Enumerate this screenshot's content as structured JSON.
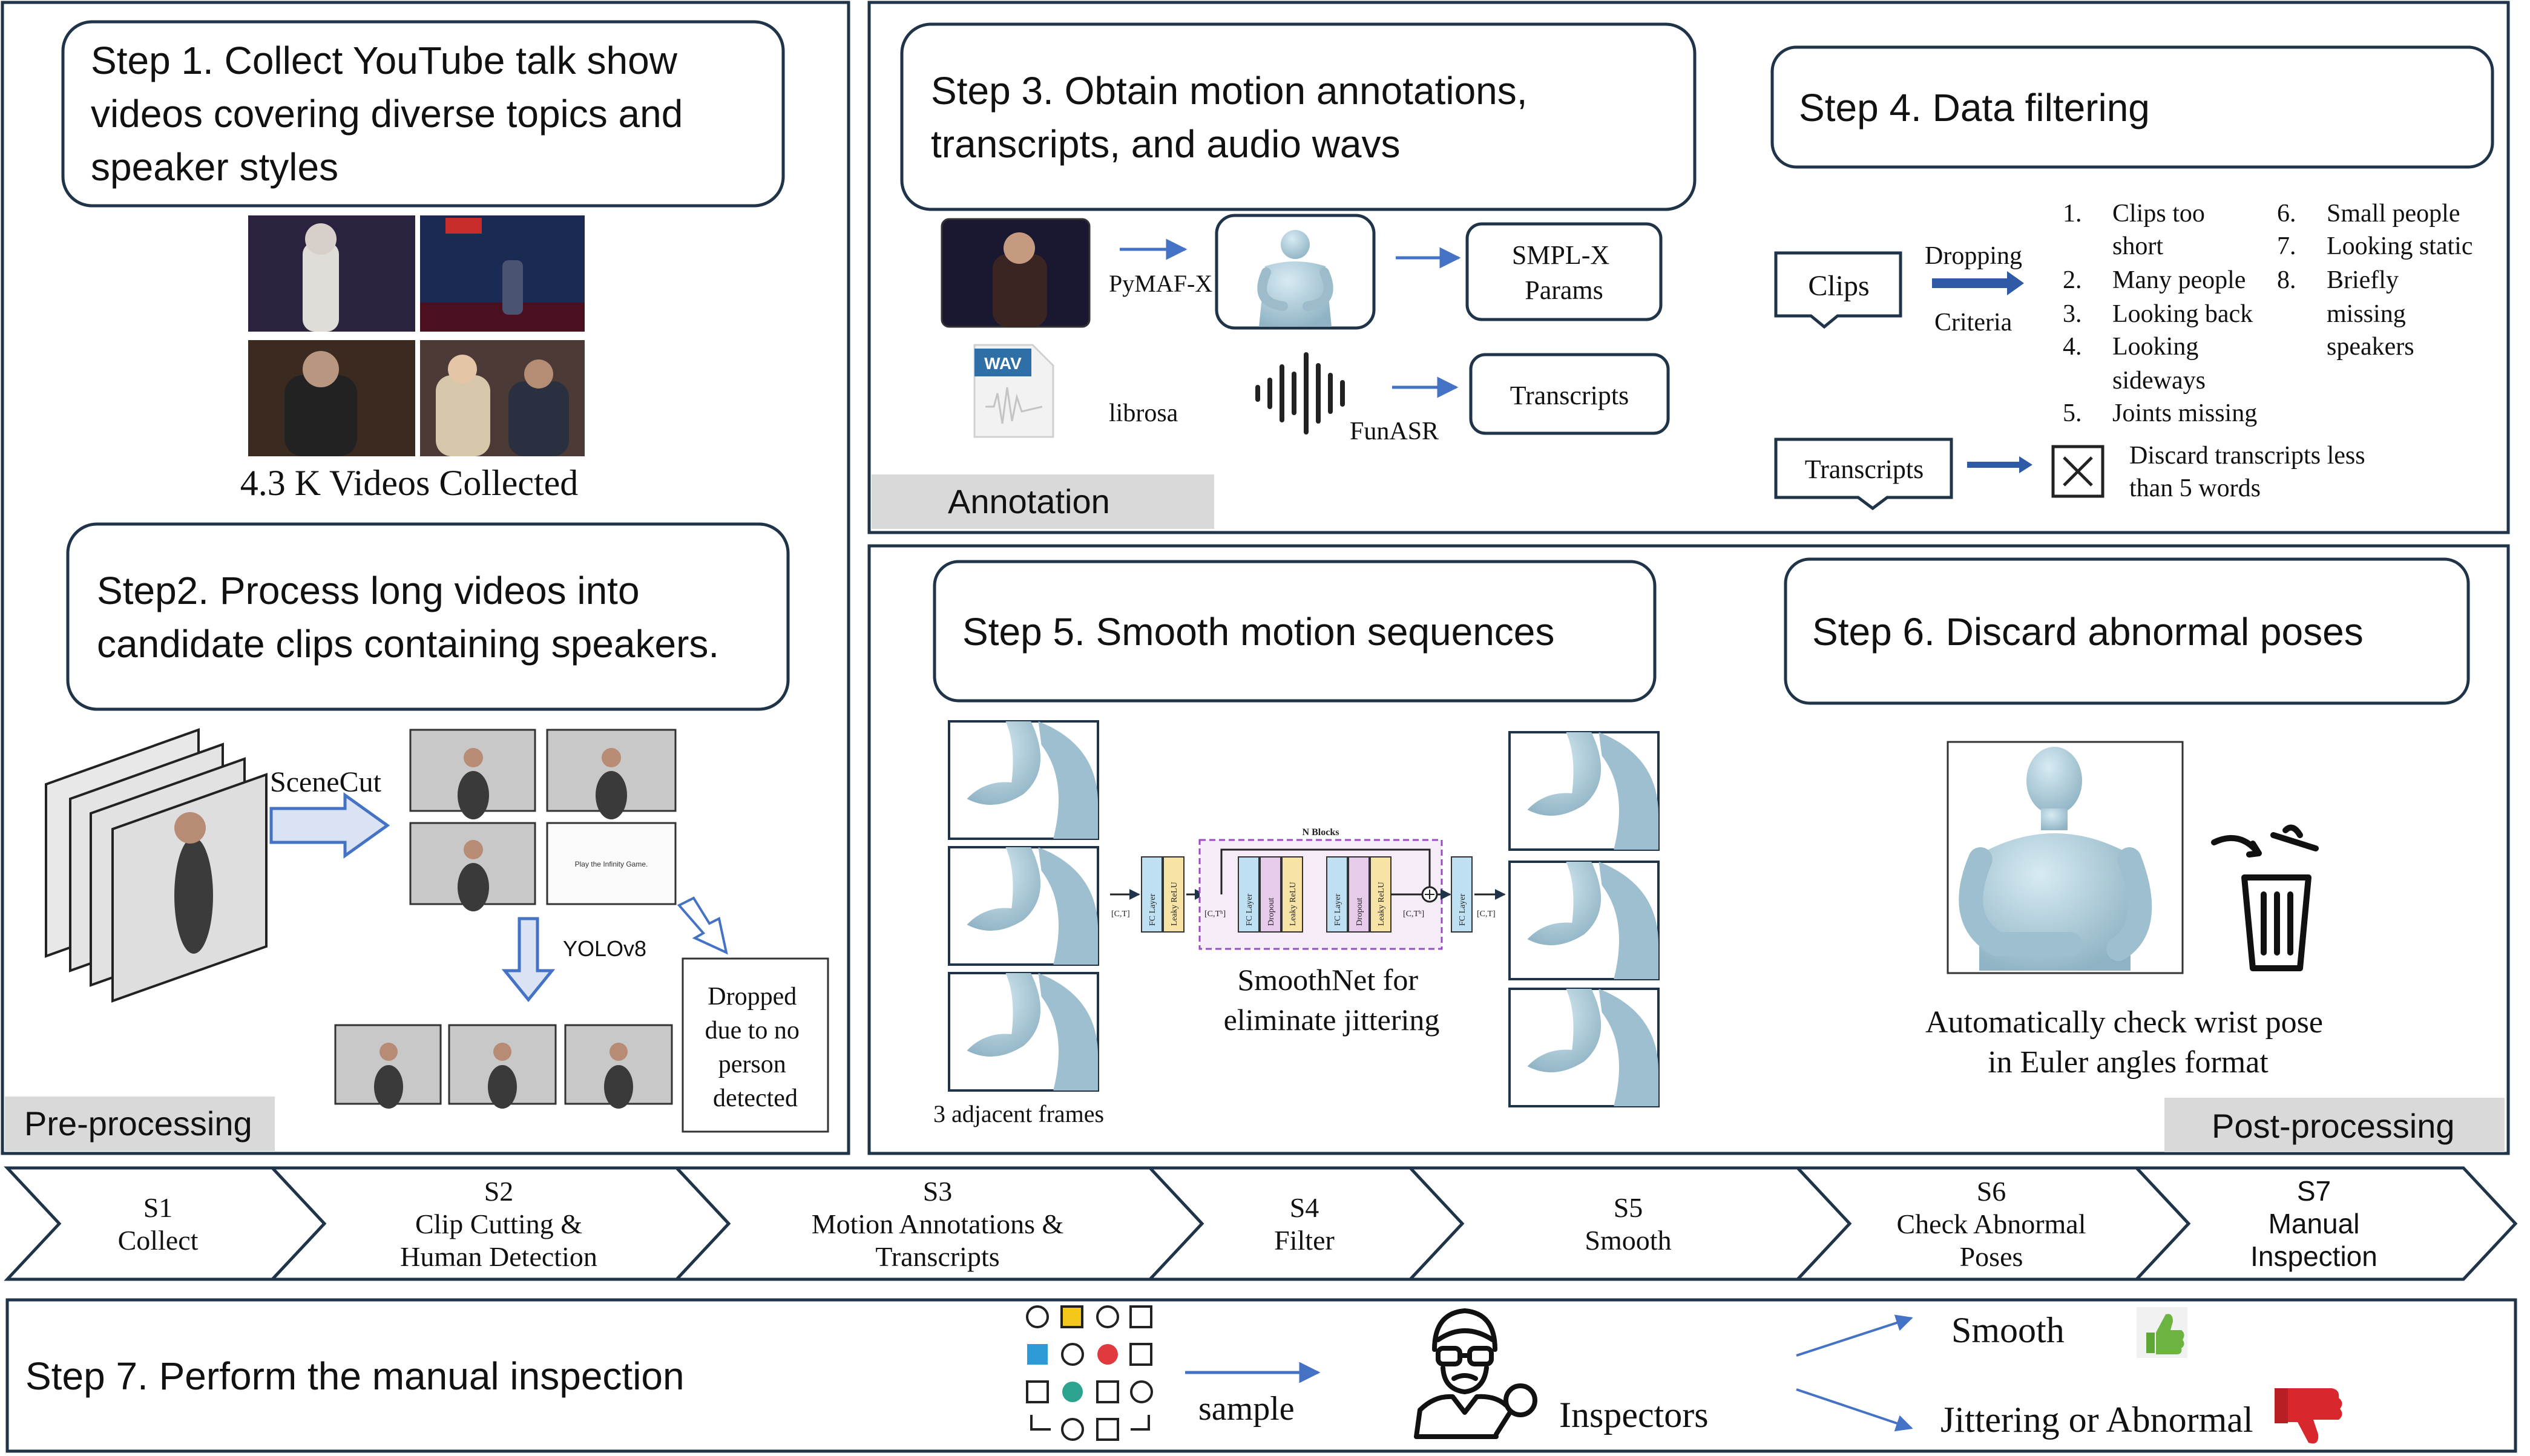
{
  "colors": {
    "stroke": "#1f3349",
    "arrow": "#4472c4",
    "box_arrow_fill": "#dae3f3",
    "label_bg": "#d9d9d9",
    "figure": "#a9c8d6",
    "gray_bg": "#b8b8b8",
    "dark": "#2a2a2a",
    "thumb_green": "#6db33f",
    "thumb_red": "#d8282e",
    "yellow": "#f4c81a",
    "blue_sq": "#2e9ad6",
    "red_dot": "#e03a3e",
    "teal_dot": "#2ba38f"
  },
  "icons": [
    "wav-file-icon",
    "sound-wave-icon",
    "trash-bin-icon",
    "inspector-icon",
    "thumbs-up-icon",
    "thumbs-down-icon",
    "close-box-icon"
  ],
  "pre": {
    "step1": [
      "Step 1. Collect YouTube talk show",
      "videos covering diverse topics and",
      "speaker styles"
    ],
    "videos_caption": "4.3 K Videos Collected",
    "step2": [
      "Step2. Process long videos into",
      "candidate clips containing speakers."
    ],
    "scenecut": "SceneCut",
    "yolo": "YOLOv8",
    "slide_text": "Play the Infinity Game.",
    "dropped": [
      "Dropped",
      "due to no",
      "person",
      "detected"
    ],
    "label": "Pre-processing"
  },
  "annotation": {
    "step3": [
      "Step 3.  Obtain motion annotations,",
      "transcripts, and audio wavs"
    ],
    "pymaf": "PyMAF-X",
    "smplx": [
      "SMPL-X",
      "Params"
    ],
    "wav": "WAV",
    "librosa": "librosa",
    "funasr": "FunASR",
    "transcripts": "Transcripts",
    "label": "Annotation"
  },
  "filter": {
    "step4": "Step 4. Data filtering",
    "clips": "Clips",
    "dropping": "Dropping",
    "criteria": "Criteria",
    "crit_nums_left": [
      "1.",
      "2.",
      "3.",
      "4.",
      "5."
    ],
    "crit_left": [
      "Clips too",
      "short",
      "Many people",
      "Looking back",
      "Looking",
      "sideways",
      "Joints missing"
    ],
    "crit_nums_right": [
      "6.",
      "7.",
      "8."
    ],
    "crit_right": [
      "Small people",
      "Looking static",
      "Briefly",
      "missing",
      "speakers"
    ],
    "transcripts": "Transcripts",
    "discard": [
      "Discard transcripts less",
      "than 5 words"
    ]
  },
  "post": {
    "step5": "Step 5. Smooth motion sequences",
    "adjacent": "3 adjacent frames",
    "smoothnet": [
      "SmoothNet for",
      "eliminate jittering"
    ],
    "net": {
      "blocks": "N Blocks",
      "fc": "FC Layer",
      "leaky": "Leaky ReLU",
      "dropout": "Dropout",
      "ct": "[C,T]",
      "cth": "[C,Tʰ]"
    },
    "step6": "Step 6. Discard abnormal poses",
    "check": [
      "Automatically check wrist pose",
      "in Euler angles format"
    ],
    "label": "Post-processing"
  },
  "pipeline": [
    {
      "id": "S1",
      "lines": [
        "Collect"
      ]
    },
    {
      "id": "S2",
      "lines": [
        "Clip Cutting &",
        "Human Detection"
      ]
    },
    {
      "id": "S3",
      "lines": [
        "Motion Annotations &",
        "Transcripts"
      ]
    },
    {
      "id": "S4",
      "lines": [
        "Filter"
      ]
    },
    {
      "id": "S5",
      "lines": [
        "Smooth"
      ]
    },
    {
      "id": "S6",
      "lines": [
        "Check Abnormal",
        "Poses"
      ]
    },
    {
      "id": "S7",
      "lines": [
        "Manual",
        "Inspection"
      ]
    }
  ],
  "step7": {
    "title": "Step 7.  Perform the manual inspection",
    "sample": "sample",
    "inspectors": "Inspectors",
    "smooth": "Smooth",
    "jitter": "Jittering or Abnormal"
  }
}
